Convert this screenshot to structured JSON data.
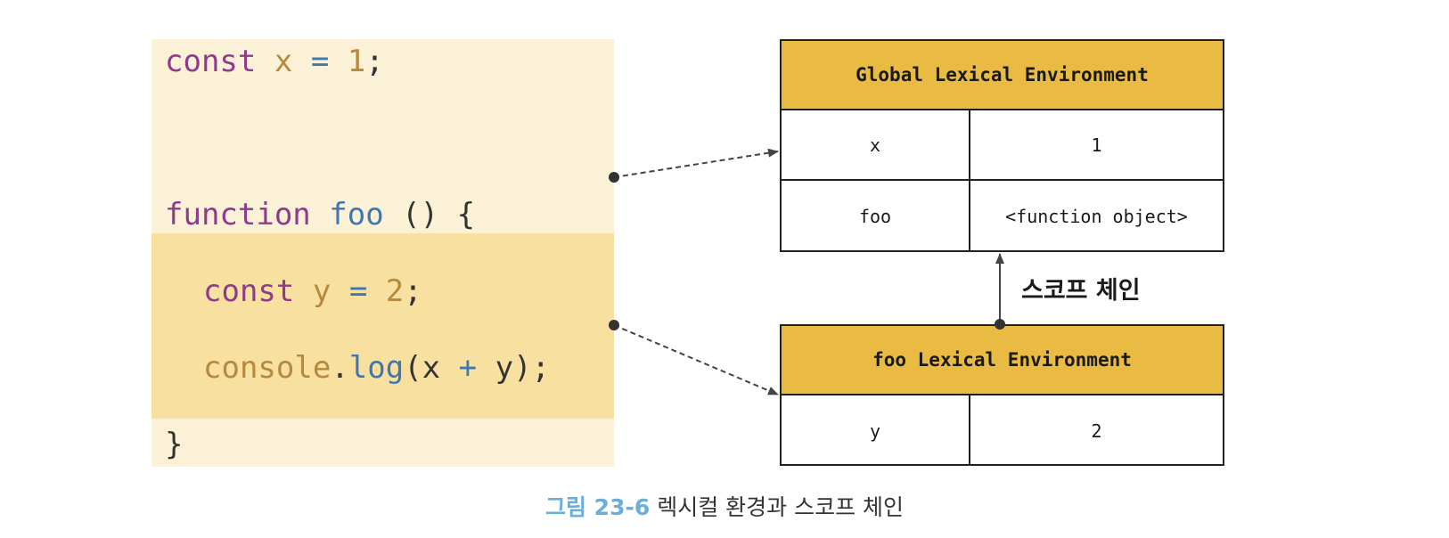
{
  "code": {
    "line1": {
      "kw": "const",
      "var": "x",
      "op": "=",
      "num": "1",
      "end": ";"
    },
    "line2": {
      "kw": "function",
      "fn": "foo",
      "rest": "() {"
    },
    "line3": {
      "kw": "const",
      "var": "y",
      "op": "=",
      "num": "2",
      "end": ";"
    },
    "line4": {
      "obj": "console",
      "dot": ".",
      "fn": "log",
      "open": "(x",
      "op": "+",
      "close": "y);"
    },
    "line5": "}"
  },
  "global_env": {
    "title": "Global Lexical Environment",
    "rows": [
      {
        "key": "x",
        "value": "1"
      },
      {
        "key": "foo",
        "value": "<function object>"
      }
    ]
  },
  "foo_env": {
    "title": "foo Lexical Environment",
    "rows": [
      {
        "key": "y",
        "value": "2"
      }
    ]
  },
  "scope_chain_label": "스코프 체인",
  "caption": {
    "figure_number": "그림 23-6",
    "text": "렉시컬 환경과 스코프 체인"
  },
  "colors": {
    "code_bg": "#fbf1d6",
    "code_inner_bg": "#f8e1a0",
    "header_bg": "#e9bb43",
    "keyword": "#8e3b8e",
    "variable": "#b5893e",
    "function": "#3f77b3",
    "caption_number": "#6aaedc"
  }
}
